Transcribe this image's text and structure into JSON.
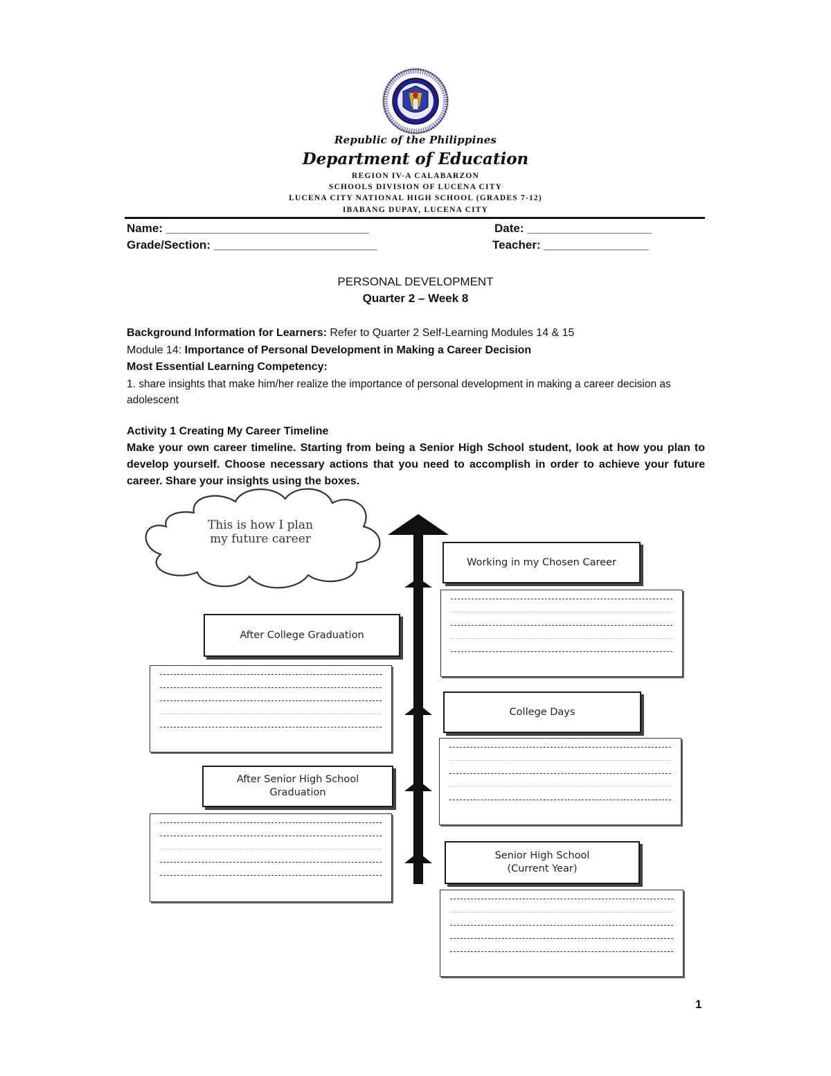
{
  "header": {
    "republic": "Republic of the Philippines",
    "department": "Department of Education",
    "region": "REGION IV-A CALABARZON",
    "division": "SCHOOLS DIVISION OF LUCENA CITY",
    "school": "LUCENA CITY NATIONAL HIGH SCHOOL (GRADES 7-12)",
    "address": "IBABANG DUPAY, LUCENA CITY"
  },
  "fields": {
    "name": "Name: _______________________________",
    "date": "Date: ___________________",
    "grade_section": "Grade/Section: _________________________",
    "teacher": "Teacher: ________________"
  },
  "title": {
    "subject": "PERSONAL DEVELOPMENT",
    "quarter": "Quarter 2 – Week 8"
  },
  "background": {
    "label": "Background Information for Learners:",
    "text": " Refer to Quarter 2 Self-Learning Modules 14 & 15"
  },
  "module": {
    "label": "Module 14:",
    "text": " Importance of Personal Development in Making a Career Decision"
  },
  "melc": "Most Essential Learning Competency:",
  "competency": "1. share insights that make him/her realize the importance of personal development in making a career decision as adolescent",
  "activity": {
    "title": "Activity 1 Creating My Career Timeline",
    "instructions": "Make your own career timeline. Starting from being a Senior High School student, look at how you plan to develop yourself. Choose necessary actions that you need to accomplish in order to achieve your future career. Share your insights using the boxes."
  },
  "timeline": {
    "cloud": "This is how I plan\nmy future career",
    "stages": {
      "working": "Working in my Chosen Career",
      "after_college": "After College Graduation",
      "college": "College Days",
      "after_shs": "After Senior High School\nGraduation",
      "shs": "Senior High School\n          (Current Year)"
    }
  },
  "page_number": "1"
}
